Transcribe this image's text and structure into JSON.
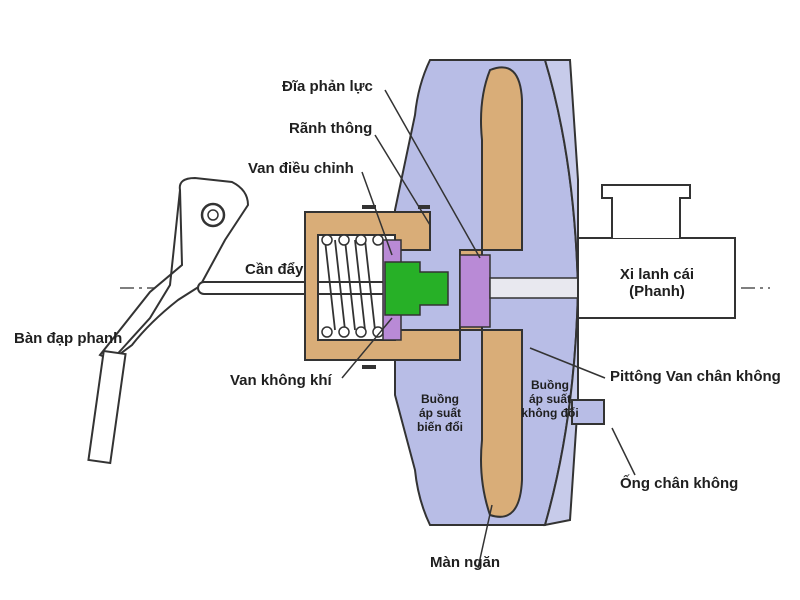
{
  "labels": {
    "reaction_disc": "Đĩa phản lực",
    "groove": "Rãnh thông",
    "control_valve": "Van điều chỉnh",
    "push_rod": "Cần đẩy",
    "brake_pedal": "Bàn đạp phanh",
    "air_valve": "Van không khí",
    "master_cyl_line1": "Xi lanh cái",
    "master_cyl_line2": "(Phanh)",
    "piston_vacuum_valve": "Pittông Van chân không",
    "vacuum_pipe": "Ống chân không",
    "diaphragm": "Màn ngăn",
    "var_chamber_line1": "Buồng",
    "var_chamber_line2": "áp suất",
    "var_chamber_line3": "biến đổi",
    "const_chamber_line1": "Buồng",
    "const_chamber_line2": "áp suất",
    "const_chamber_line3": "không đổi"
  },
  "colors": {
    "housing": "#b8bde6",
    "diaphragm": "#d9ad78",
    "reaction_disc": "#b98ad6",
    "valve_green": "#27b027",
    "outline": "#333333"
  }
}
